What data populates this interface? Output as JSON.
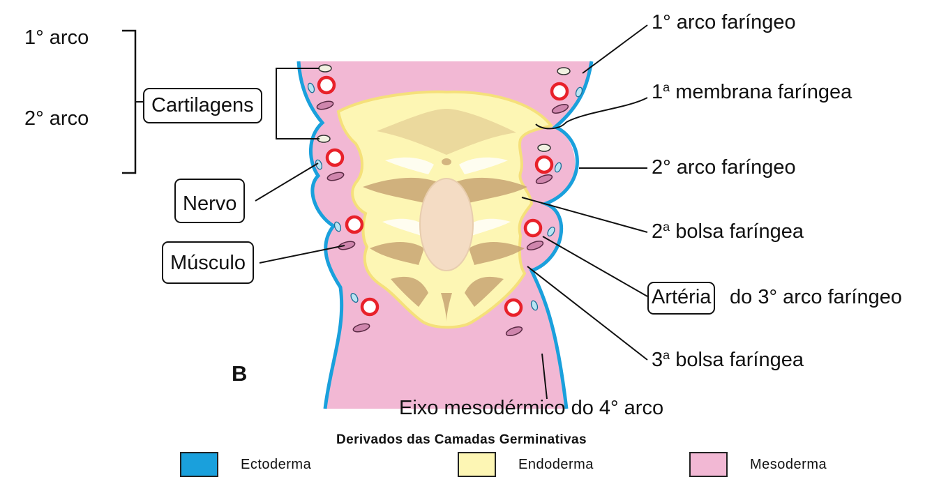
{
  "colors": {
    "ectoderm": "#1aa0dc",
    "endoderm": "#fdf6b4",
    "mesoderm": "#f2b8d4",
    "artery": "#e8212a",
    "nerve": "#b9e4f3",
    "muscle": "#cf86ad",
    "endoderm_fold": "#c9a574",
    "cartilage": "#f2f2e2"
  },
  "left_labels": {
    "arch1": "1° arco",
    "arch2": "2° arco",
    "cartilagens": "Cartilagens",
    "nervo": "Nervo",
    "musculo": "Músculo"
  },
  "right_labels": {
    "arch1_main": "1° arco faríngeo",
    "membrane_num": "1",
    "membrane_sup": "a",
    "membrane_text": "membrana faríngea",
    "arch2_main": "2° arco faríngeo",
    "pouch2_num": "2",
    "pouch2_sup": "a",
    "pouch2_text": "bolsa faríngea",
    "arteria": "Artéria",
    "arteria_rest": "do 3° arco faríngeo",
    "pouch3_num": "3",
    "pouch3_sup": "a",
    "pouch3_text": "bolsa faríngea",
    "axis4": "Eixo mesodérmico do 4° arco"
  },
  "panel_letter": "B",
  "legend": {
    "title": "Derivados das Camadas Germinativas",
    "items": [
      {
        "label": "Ectoderma",
        "color": "#1aa0dc"
      },
      {
        "label": "Endoderma",
        "color": "#fdf6b4"
      },
      {
        "label": "Mesoderma",
        "color": "#f2b8d4"
      }
    ]
  }
}
